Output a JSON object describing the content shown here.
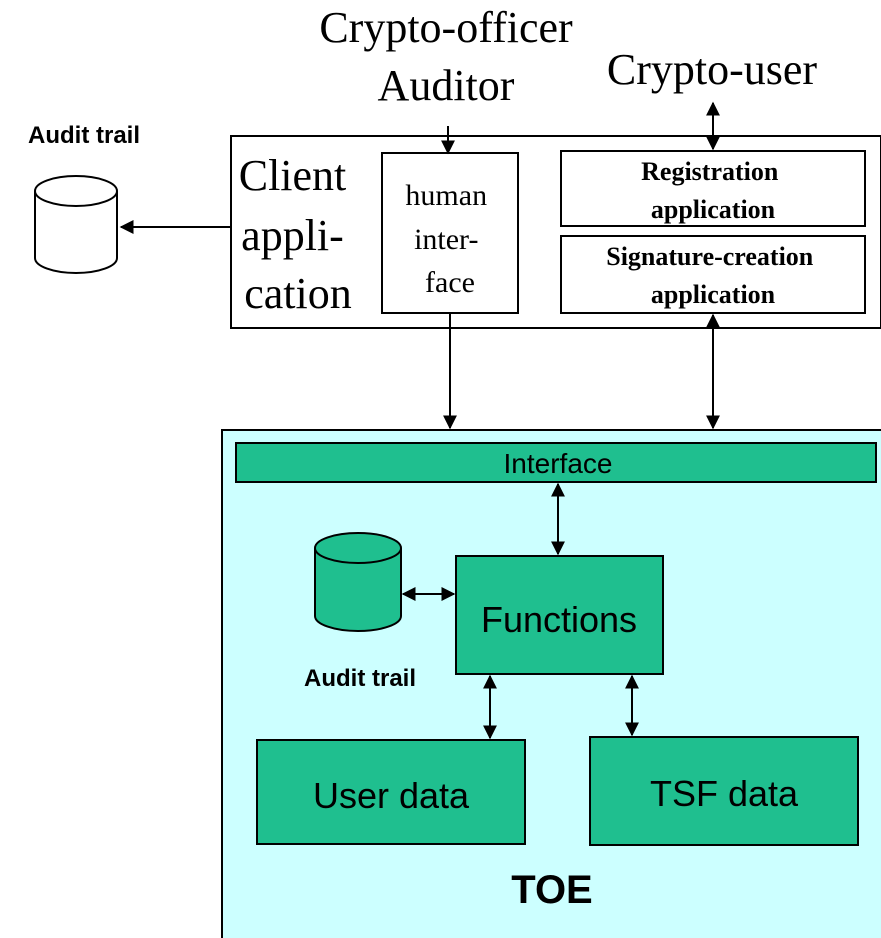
{
  "actors": {
    "crypto_officer": "Crypto-officer",
    "auditor": "Auditor",
    "crypto_user": "Crypto-user"
  },
  "external": {
    "audit_trail_label": "Audit trail"
  },
  "client": {
    "label_lines": [
      "Client",
      "appli-",
      "cation"
    ],
    "human_interface_lines": [
      "human",
      "inter-",
      "face"
    ],
    "registration_lines": [
      "Registration",
      "application"
    ],
    "signature_lines": [
      "Signature-creation",
      "application"
    ]
  },
  "toe": {
    "interface_label": "Interface",
    "functions_label": "Functions",
    "audit_trail_label": "Audit trail",
    "user_data_label": "User data",
    "tsf_data_label": "TSF data",
    "toe_label": "TOE"
  },
  "colors": {
    "toe_background": "#ccffff",
    "component_fill": "#1fbf8f",
    "stroke": "#000000"
  }
}
